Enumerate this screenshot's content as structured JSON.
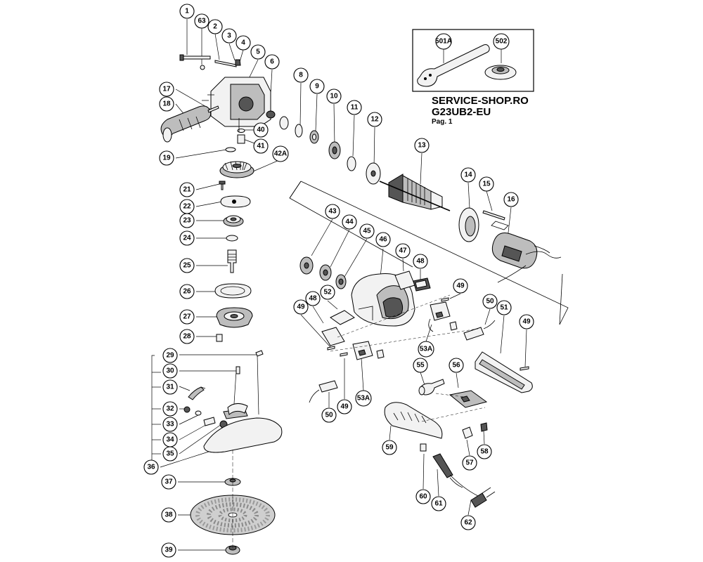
{
  "header": {
    "shop": "SERVICE-SHOP.RO",
    "model": "G23UB2-EU",
    "page": "Pag. 1"
  },
  "inset": {
    "labels": [
      "501A",
      "502"
    ]
  },
  "callouts": [
    "1",
    "63",
    "2",
    "3",
    "4",
    "5",
    "6",
    "17",
    "18",
    "40",
    "41",
    "42A",
    "19",
    "21",
    "22",
    "23",
    "24",
    "25",
    "26",
    "27",
    "28",
    "29",
    "30",
    "31",
    "32",
    "33",
    "34",
    "35",
    "36",
    "37",
    "38",
    "39",
    "8",
    "9",
    "10",
    "11",
    "12",
    "13",
    "14",
    "15",
    "16",
    "43",
    "44",
    "45",
    "46",
    "47",
    "48",
    "49",
    "52",
    "50",
    "51",
    "53A",
    "55",
    "56",
    "59",
    "57",
    "58",
    "60",
    "61",
    "62"
  ]
}
